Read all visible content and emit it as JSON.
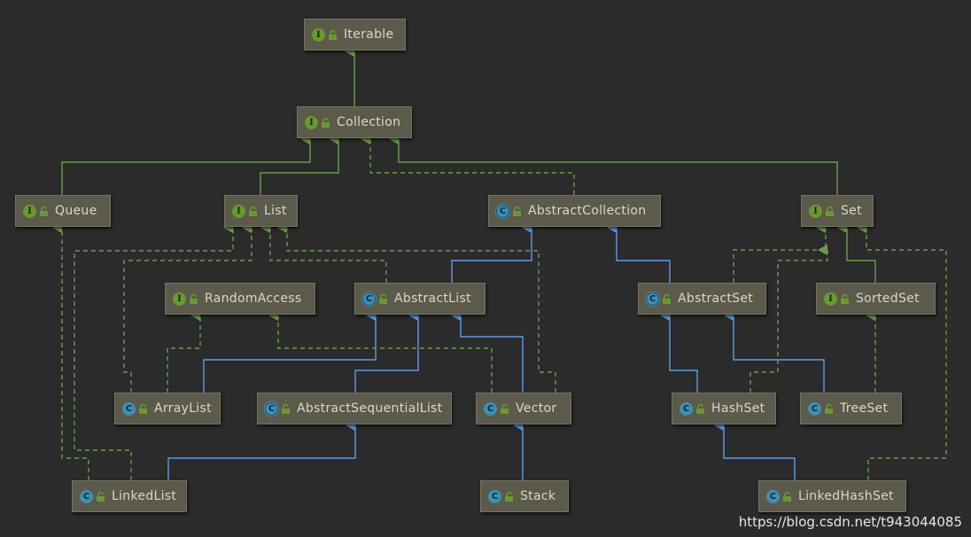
{
  "watermark": "https://blog.csdn.net/t943044085",
  "colors": {
    "background": "#2b2b2b",
    "node_fill": "#5c5a4b",
    "extends_interface_line": "#6a9f4a",
    "implements_line": "#5f9f48",
    "extends_class_line": "#5a9bea"
  },
  "nodes": {
    "iterable": {
      "label": "Iterable",
      "kind": "interface",
      "badge": "I"
    },
    "collection": {
      "label": "Collection",
      "kind": "interface",
      "badge": "I"
    },
    "queue": {
      "label": "Queue",
      "kind": "interface",
      "badge": "I"
    },
    "list": {
      "label": "List",
      "kind": "interface",
      "badge": "I"
    },
    "abstract_collection": {
      "label": "AbstractCollection",
      "kind": "abstract",
      "badge": "C"
    },
    "set": {
      "label": "Set",
      "kind": "interface",
      "badge": "I"
    },
    "random_access": {
      "label": "RandomAccess",
      "kind": "interface",
      "badge": "I"
    },
    "abstract_list": {
      "label": "AbstractList",
      "kind": "abstract",
      "badge": "C"
    },
    "abstract_set": {
      "label": "AbstractSet",
      "kind": "abstract",
      "badge": "C"
    },
    "sorted_set": {
      "label": "SortedSet",
      "kind": "interface",
      "badge": "I"
    },
    "array_list": {
      "label": "ArrayList",
      "kind": "class",
      "badge": "C"
    },
    "abstract_sequential_list": {
      "label": "AbstractSequentialList",
      "kind": "abstract",
      "badge": "C"
    },
    "vector": {
      "label": "Vector",
      "kind": "class",
      "badge": "C"
    },
    "hash_set": {
      "label": "HashSet",
      "kind": "class",
      "badge": "C"
    },
    "tree_set": {
      "label": "TreeSet",
      "kind": "class",
      "badge": "C"
    },
    "linked_list": {
      "label": "LinkedList",
      "kind": "class",
      "badge": "C"
    },
    "stack": {
      "label": "Stack",
      "kind": "class",
      "badge": "C"
    },
    "linked_hash_set": {
      "label": "LinkedHashSet",
      "kind": "class",
      "badge": "C"
    }
  },
  "edges": [
    {
      "from": "collection",
      "to": "iterable",
      "type": "extends-interface"
    },
    {
      "from": "queue",
      "to": "collection",
      "type": "extends-interface"
    },
    {
      "from": "list",
      "to": "collection",
      "type": "extends-interface"
    },
    {
      "from": "set",
      "to": "collection",
      "type": "extends-interface"
    },
    {
      "from": "abstract_collection",
      "to": "collection",
      "type": "implements"
    },
    {
      "from": "abstract_list",
      "to": "abstract_collection",
      "type": "extends-class"
    },
    {
      "from": "abstract_set",
      "to": "abstract_collection",
      "type": "extends-class"
    },
    {
      "from": "abstract_list",
      "to": "list",
      "type": "implements"
    },
    {
      "from": "abstract_set",
      "to": "set",
      "type": "implements"
    },
    {
      "from": "sorted_set",
      "to": "set",
      "type": "extends-interface"
    },
    {
      "from": "array_list",
      "to": "abstract_list",
      "type": "extends-class"
    },
    {
      "from": "array_list",
      "to": "random_access",
      "type": "implements"
    },
    {
      "from": "array_list",
      "to": "list",
      "type": "implements"
    },
    {
      "from": "abstract_sequential_list",
      "to": "abstract_list",
      "type": "extends-class"
    },
    {
      "from": "vector",
      "to": "abstract_list",
      "type": "extends-class"
    },
    {
      "from": "vector",
      "to": "random_access",
      "type": "implements"
    },
    {
      "from": "vector",
      "to": "list",
      "type": "implements"
    },
    {
      "from": "stack",
      "to": "vector",
      "type": "extends-class"
    },
    {
      "from": "linked_list",
      "to": "abstract_sequential_list",
      "type": "extends-class"
    },
    {
      "from": "linked_list",
      "to": "queue",
      "type": "implements"
    },
    {
      "from": "linked_list",
      "to": "list",
      "type": "implements"
    },
    {
      "from": "hash_set",
      "to": "abstract_set",
      "type": "extends-class"
    },
    {
      "from": "hash_set",
      "to": "set",
      "type": "implements"
    },
    {
      "from": "tree_set",
      "to": "abstract_set",
      "type": "extends-class"
    },
    {
      "from": "tree_set",
      "to": "sorted_set",
      "type": "implements"
    },
    {
      "from": "linked_hash_set",
      "to": "hash_set",
      "type": "extends-class"
    },
    {
      "from": "linked_hash_set",
      "to": "set",
      "type": "implements"
    }
  ]
}
